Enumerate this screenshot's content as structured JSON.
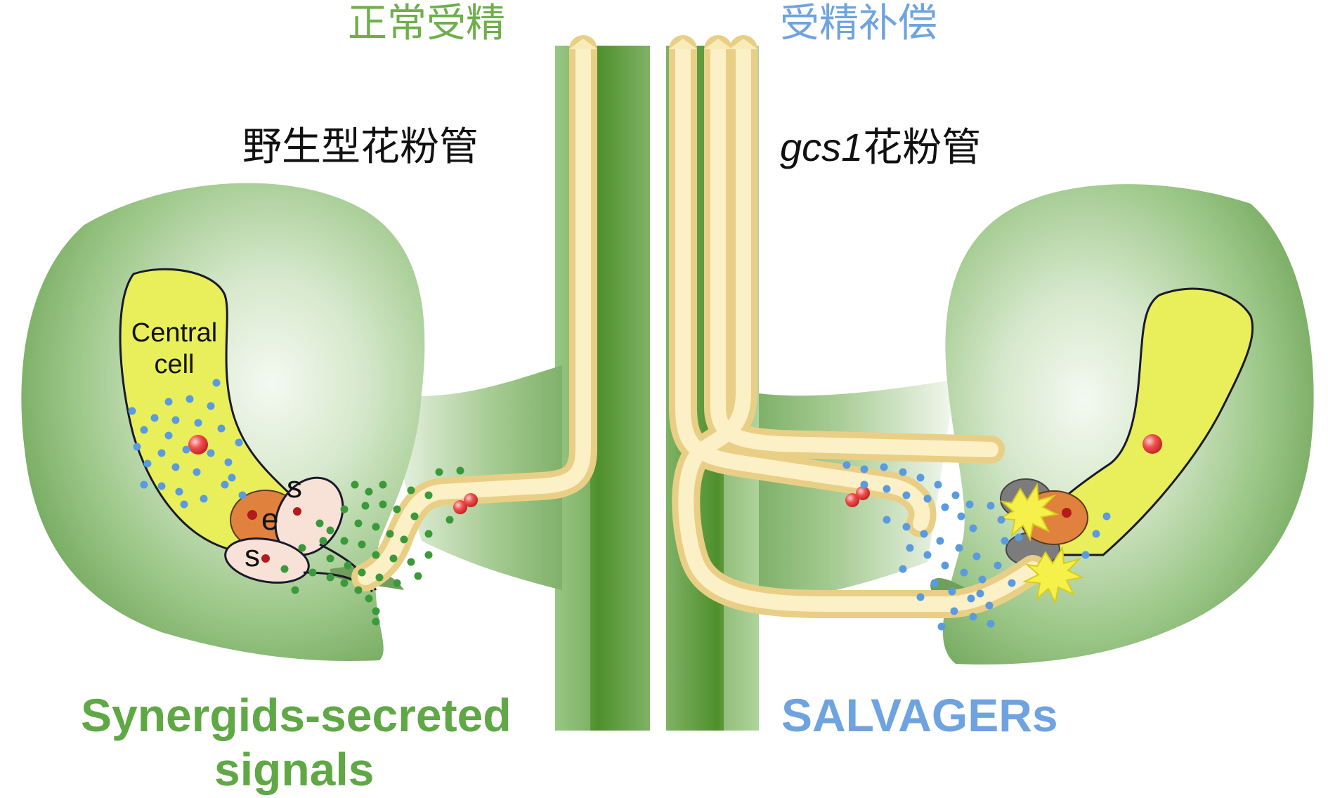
{
  "labels": {
    "left_title": "正常受精",
    "right_title": "受精补偿",
    "left_subtitle": "野生型花粉管",
    "right_subtitle_italic": "gcs1",
    "right_subtitle_rest": "花粉管",
    "central_cell_line1": "Central",
    "central_cell_line2": "cell",
    "egg_letter": "e",
    "synergid_letter_top": "s",
    "synergid_letter_bottom": "s",
    "left_caption_line1": "Synergids-secreted",
    "left_caption_line2": "signals",
    "right_caption": "SALVAGERs"
  },
  "colors": {
    "title_green": "#6fae4c",
    "title_blue": "#6fa3e0",
    "caption_green": "#5fa845",
    "caption_blue": "#6fa3e0",
    "ovule_green": "#7eb26a",
    "stem_green": "#4f8f2c",
    "central_cell_yellow": "#e8ef5a",
    "egg_orange": "#e0813d",
    "pollen_tube": "#f3e3a0",
    "nucleus_red": "#b31b1b",
    "signal_dot_green": "#3a9a3a",
    "signal_dot_blue": "#5a9be0"
  }
}
